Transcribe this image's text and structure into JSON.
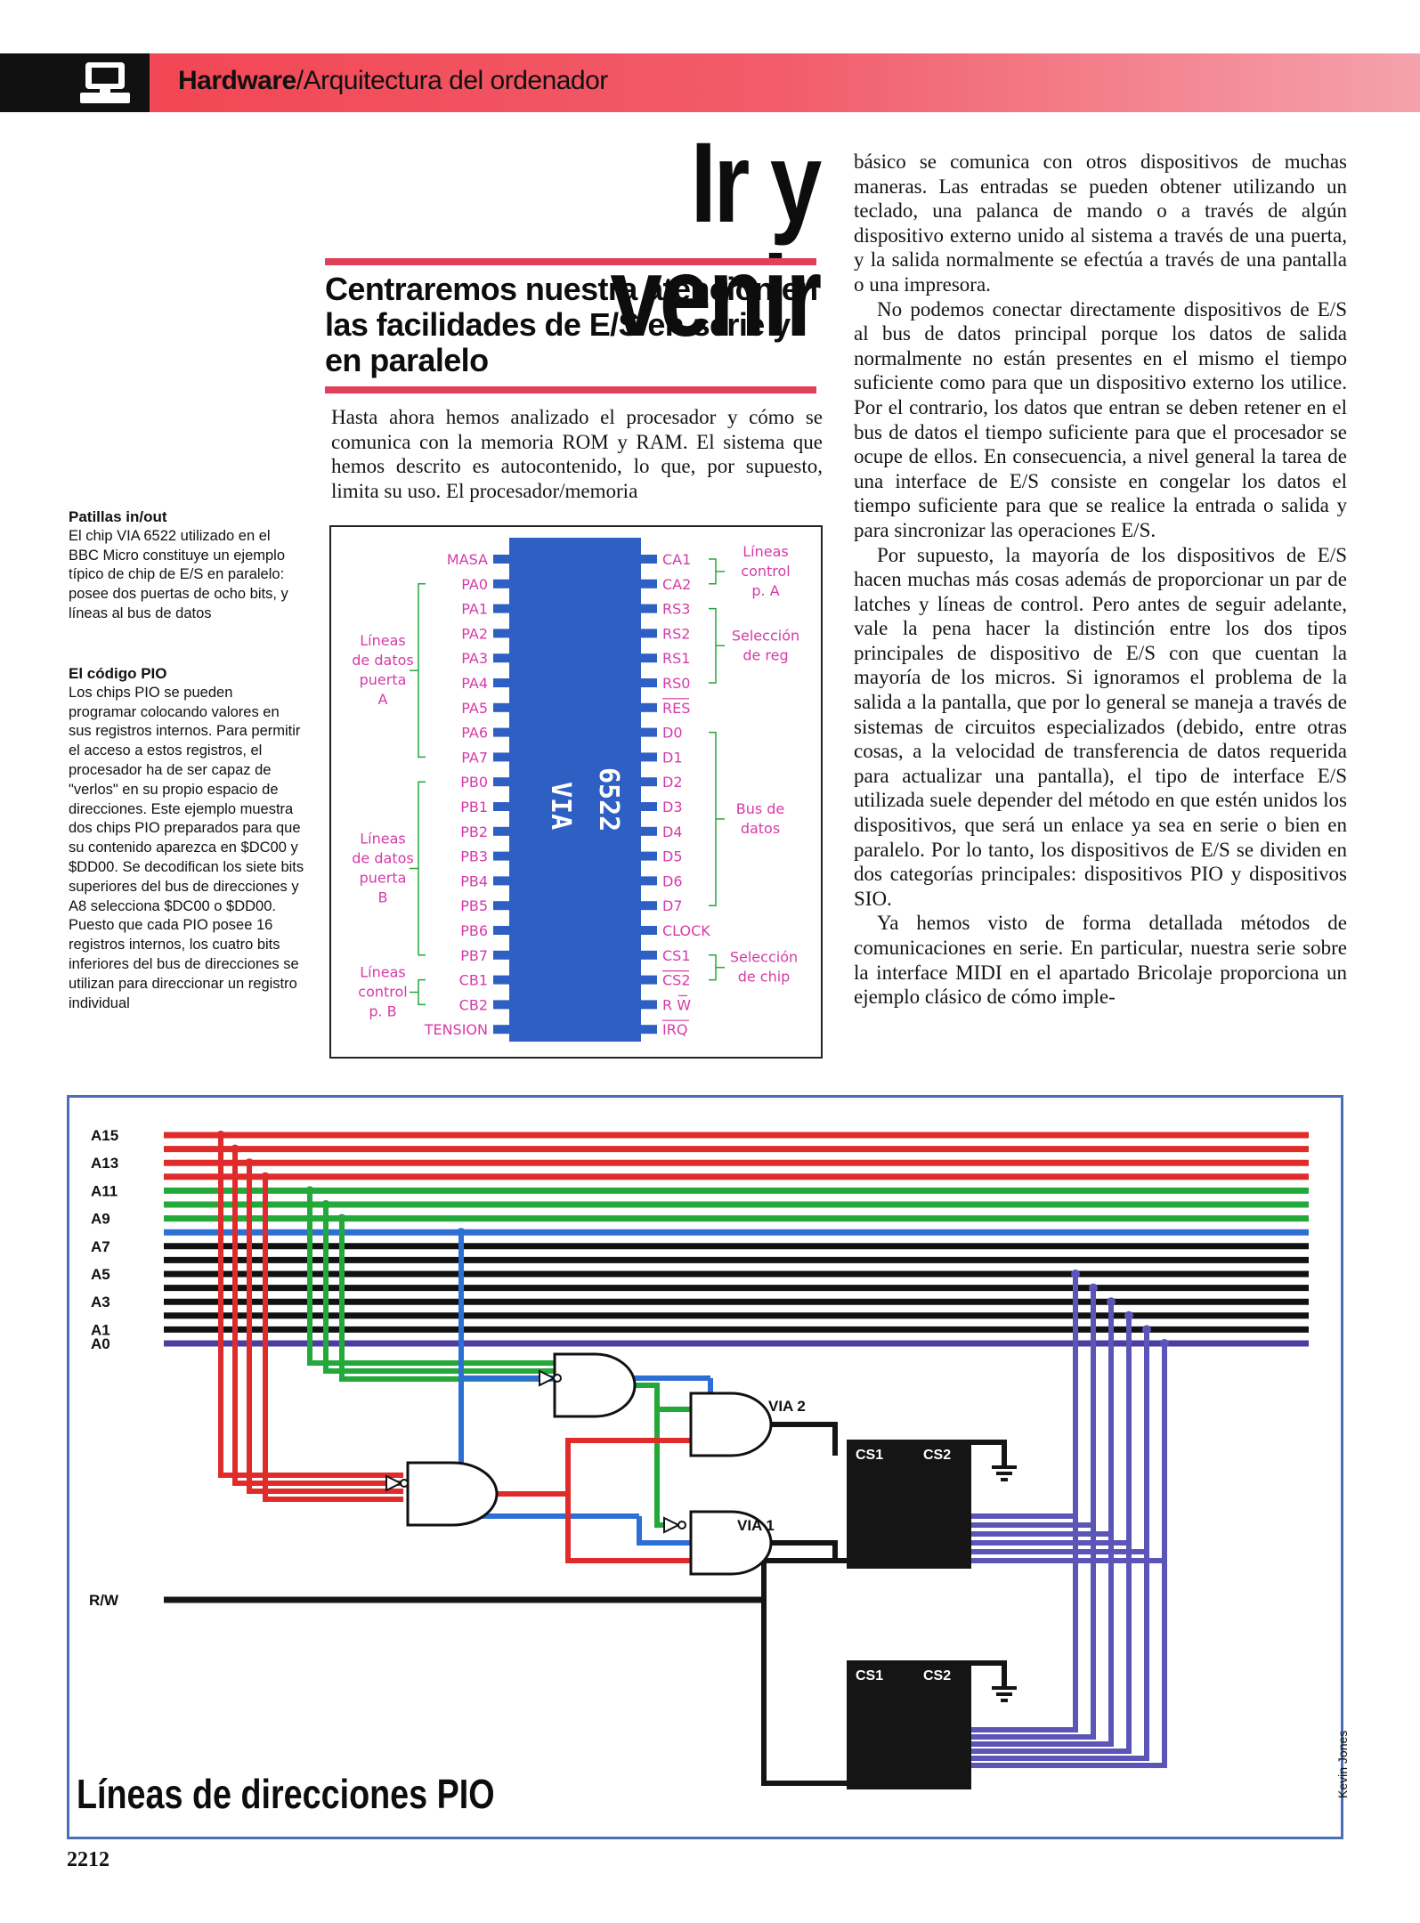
{
  "header": {
    "section": "Hardware",
    "topic": "/Arquitectura del ordenador"
  },
  "article": {
    "title": "Ir y venir",
    "subtitle": "Centraremos nuestra atención en las facilidades de E/S en serie y en paralelo",
    "intro": "Hasta ahora hemos analizado el procesador y cómo se comunica con la memoria ROM y RAM. El sistema que hemos descrito es autocontenido, lo que, por supuesto, limita su uso. El procesador/memoria",
    "paragraphs": [
      "básico se comunica con otros dispositivos de muchas maneras. Las entradas se pueden obtener utilizando un teclado, una palanca de mando o a través de algún dispositivo externo unido al sistema a través de una puerta, y la salida normalmente se efectúa a través de una pantalla o una impresora.",
      "No podemos conectar directamente dispositivos de E/S al bus de datos principal porque los datos de salida normalmente no están presentes en el mismo el tiempo suficiente como para que un dispositivo externo los utilice. Por el contrario, los datos que entran se deben retener en el bus de datos el tiempo suficiente para que el procesador se ocupe de ellos. En consecuencia, a nivel general la tarea de una interface de E/S consiste en congelar los datos el tiempo suficiente para que se realice la entrada o salida y para sincronizar las operaciones E/S.",
      "Por supuesto, la mayoría de los dispositivos de E/S hacen muchas más cosas además de proporcionar un par de latches y líneas de control. Pero antes de seguir adelante, vale la pena hacer la distinción entre los dos tipos principales de dispositivo de E/S con que cuentan la mayoría de los micros. Si ignoramos el problema de la salida a la pantalla, que por lo general se maneja a través de sistemas de circuitos especializados (debido, entre otras cosas, a la velocidad de transferencia de datos requerida para actualizar una pantalla), el tipo de interface E/S utilizada suele depender del método en que estén unidos los dispositivos, que será un enlace ya sea en serie o bien en paralelo. Por lo tanto, los dispositivos de E/S se dividen en dos categorías principales: dispositivos PIO y dispositivos SIO.",
      "Ya hemos visto de forma detallada métodos de comunicaciones en serie. En particular, nuestra serie sobre la interface MIDI en el apartado Bricolaje proporciona un ejemplo clásico de cómo imple-"
    ]
  },
  "sidebar": [
    {
      "heading": "Patillas in/out",
      "text": "El chip VIA 6522 utilizado en el BBC Micro constituye un ejemplo típico de chip de E/S en paralelo: posee dos puertas de ocho bits, y líneas al bus de datos"
    },
    {
      "heading": "El código PIO",
      "text": "Los chips PIO se pueden programar colocando valores en sus registros internos. Para permitir el acceso a estos registros, el procesador ha de ser capaz de \"verlos\" en su propio espacio de direcciones. Este ejemplo muestra dos chips PIO preparados para que su contenido aparezca en $DC00 y $DD00. Se decodifican los siete bits superiores del bus de direcciones y A8 selecciona $DC00 o $DD00. Puesto que cada PIO posee 16 registros internos, los cuatro bits inferiores del bus de direcciones se utilizan para direccionar un registro individual"
    }
  ],
  "chip_diagram": {
    "chip_label_1": "6522",
    "chip_label_2": "VIA",
    "left_pins": [
      "MASA",
      "PA0",
      "PA1",
      "PA2",
      "PA3",
      "PA4",
      "PA5",
      "PA6",
      "PA7",
      "PB0",
      "PB1",
      "PB2",
      "PB3",
      "PB4",
      "PB5",
      "PB6",
      "PB7",
      "CB1",
      "CB2",
      "TENSION"
    ],
    "right_pins": [
      "CA1",
      "CA2",
      "RS3",
      "RS2",
      "RS1",
      "RS0",
      "RES",
      "D0",
      "D1",
      "D2",
      "D3",
      "D4",
      "D5",
      "D6",
      "D7",
      "CLOCK",
      "CS1",
      "CS2",
      "R W",
      "IRQ"
    ],
    "left_groups": [
      {
        "lines": [
          "Líneas",
          "de datos",
          "puerta",
          "A"
        ]
      },
      {
        "lines": [
          "Líneas",
          "de datos",
          "puerta",
          "B"
        ]
      },
      {
        "lines": [
          "Líneas",
          "control",
          "p. B"
        ]
      }
    ],
    "right_groups": [
      {
        "lines": [
          "Líneas",
          "control",
          "p. A"
        ]
      },
      {
        "lines": [
          "Selección",
          "de reg"
        ]
      },
      {
        "lines": [
          "Bus de",
          "datos"
        ]
      },
      {
        "lines": [
          "Selección",
          "de chip"
        ]
      }
    ],
    "colors": {
      "chip": "#2e5fc2",
      "labels": "#d63aa8"
    }
  },
  "address_diagram": {
    "title": "Líneas de direcciones PIO",
    "address_labels": [
      "A15",
      "A13",
      "A11",
      "A9",
      "A7",
      "A5",
      "A3",
      "A1",
      "A0"
    ],
    "rw_label": "R/W",
    "via_labels": [
      "VIA 2",
      "VIA 1"
    ],
    "chip_pins": [
      "CS1",
      "CS2"
    ],
    "colors": {
      "high": "#e02b2b",
      "mid": "#23a83a",
      "a8": "#2e6fd6",
      "low": "#111111",
      "a0": "#4a3fa0",
      "data": "#5b55b8",
      "chip": "#151515"
    },
    "credit": "Kevin Jones"
  },
  "page_number": "2212"
}
